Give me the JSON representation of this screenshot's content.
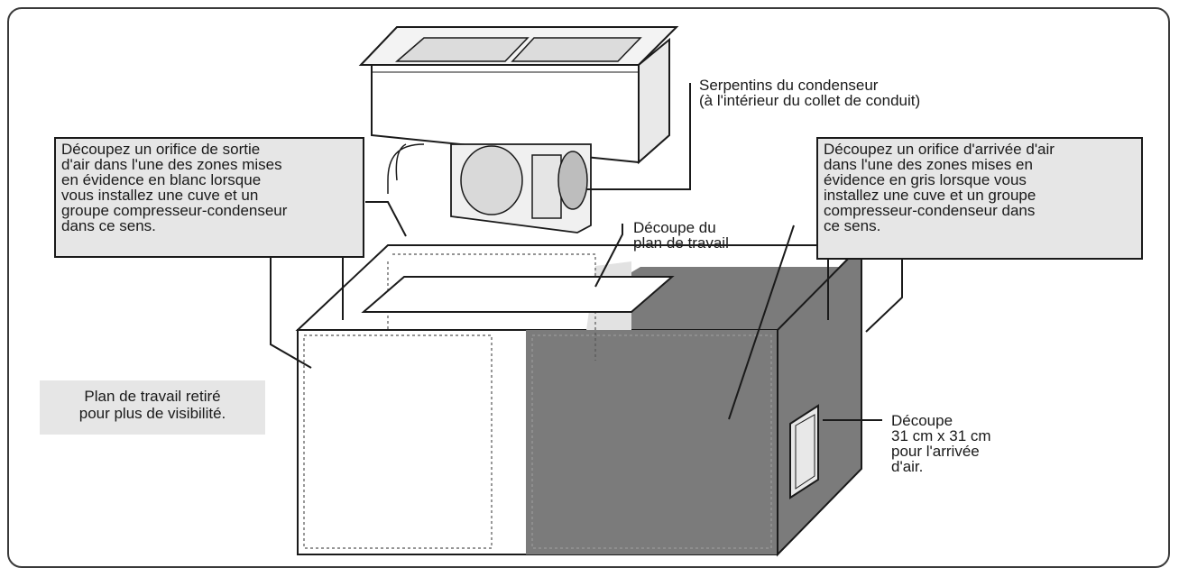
{
  "callout_outlet": {
    "lines": [
      "Découpez un orifice de sortie",
      "d'air dans l'une des zones mises",
      "en évidence en blanc lorsque",
      "vous installez une cuve et un",
      "groupe compresseur-condenseur",
      "dans ce sens."
    ]
  },
  "callout_inlet": {
    "lines": [
      "Découpez un orifice d'arrivée d'air",
      "dans l'une des zones mises en",
      "évidence en gris lorsque vous",
      "installez une cuve et un groupe",
      "compresseur-condenseur dans",
      "ce sens."
    ]
  },
  "label_condenser": {
    "lines": [
      "Serpentins du condenseur",
      "(à l'intérieur du collet de conduit)"
    ]
  },
  "label_countertop_cutout": {
    "lines": [
      "Découpe du",
      "plan de travail"
    ]
  },
  "label_air_inlet_cutout": {
    "lines": [
      "Découpe",
      "31 cm x 31 cm",
      "pour l'arrivée",
      "d'air."
    ]
  },
  "note_countertop_removed": {
    "lines": [
      "Plan de travail retiré",
      "pour plus de visibilité."
    ]
  },
  "colors": {
    "gray_zone": "#7b7b7b",
    "callout_fill": "#e6e6e6",
    "line": "#1a1a1a"
  }
}
